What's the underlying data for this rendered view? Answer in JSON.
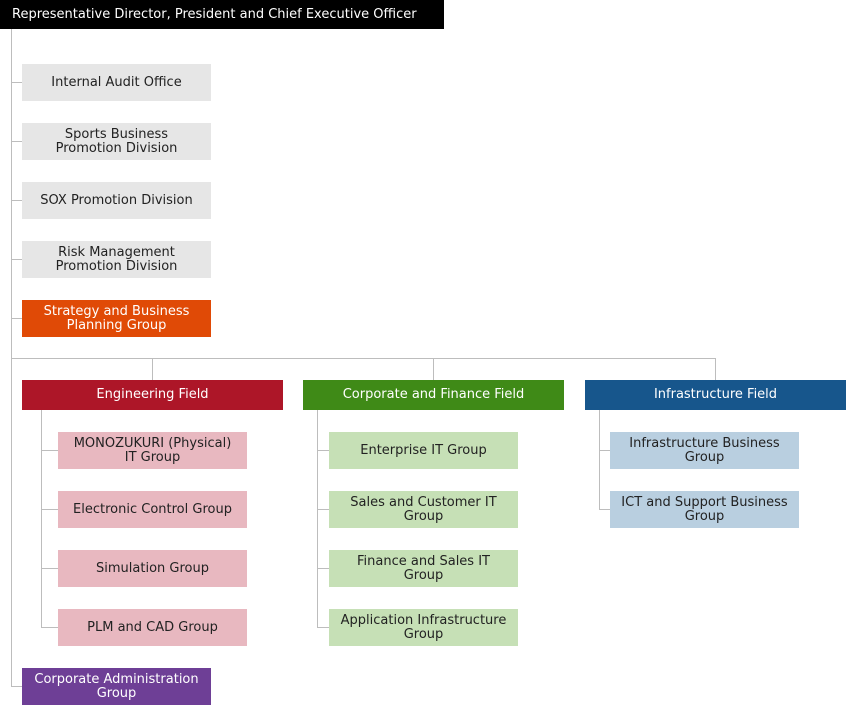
{
  "top": {
    "label": "Representative Director, President and Chief Executive Officer",
    "color": "#000000"
  },
  "staff_units": [
    "Internal Audit Office",
    "Sports Business Promotion Division",
    "SOX Promotion Division",
    "Risk Management Promotion Division"
  ],
  "strategy": {
    "label": "Strategy and Business Planning Group",
    "color": "#e04a06"
  },
  "fields": [
    {
      "label": "Engineering Field",
      "color": "#ad1628",
      "groups": [
        "MONOZUKURI (Physical) IT Group",
        "Electronic Control Group",
        "Simulation Group",
        "PLM and CAD Group"
      ]
    },
    {
      "label": "Corporate and Finance Field",
      "color": "#3f8a17",
      "groups": [
        "Enterprise IT Group",
        "Sales and Customer IT Group",
        "Finance and Sales IT Group",
        "Application Infrastructure Group"
      ]
    },
    {
      "label": "Infrastructure Field",
      "color": "#17568c",
      "groups": [
        "Infrastructure Business Group",
        "ICT and Support Business Group"
      ]
    }
  ],
  "corporate_admin": {
    "label": "Corporate Administration Group",
    "color": "#6e3f96"
  }
}
